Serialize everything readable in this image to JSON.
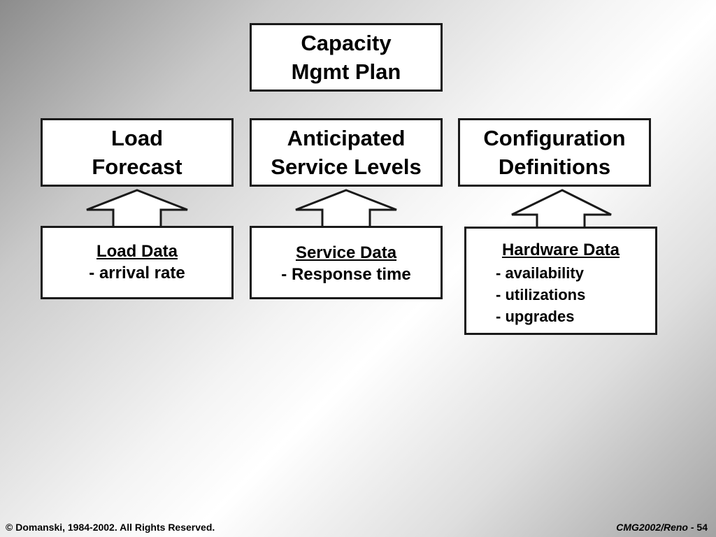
{
  "top": {
    "line1": "Capacity",
    "line2": "Mgmt Plan"
  },
  "middle": [
    {
      "line1": "Load",
      "line2": "Forecast"
    },
    {
      "line1": "Anticipated",
      "line2": "Service Levels"
    },
    {
      "line1": "Configuration",
      "line2": "Definitions"
    }
  ],
  "sources": {
    "load": {
      "title": "Load Data",
      "items": [
        "- arrival rate"
      ]
    },
    "service": {
      "title": "Service Data",
      "items": [
        "- Response time"
      ]
    },
    "hardware": {
      "title": "Hardware Data",
      "items": [
        "- availability",
        "- utilizations",
        "- upgrades"
      ]
    }
  },
  "footer": {
    "copyright": "© Domanski, 1984-2002. All Rights Reserved.",
    "event": "CMG2002/Reno - ",
    "page": "54"
  }
}
